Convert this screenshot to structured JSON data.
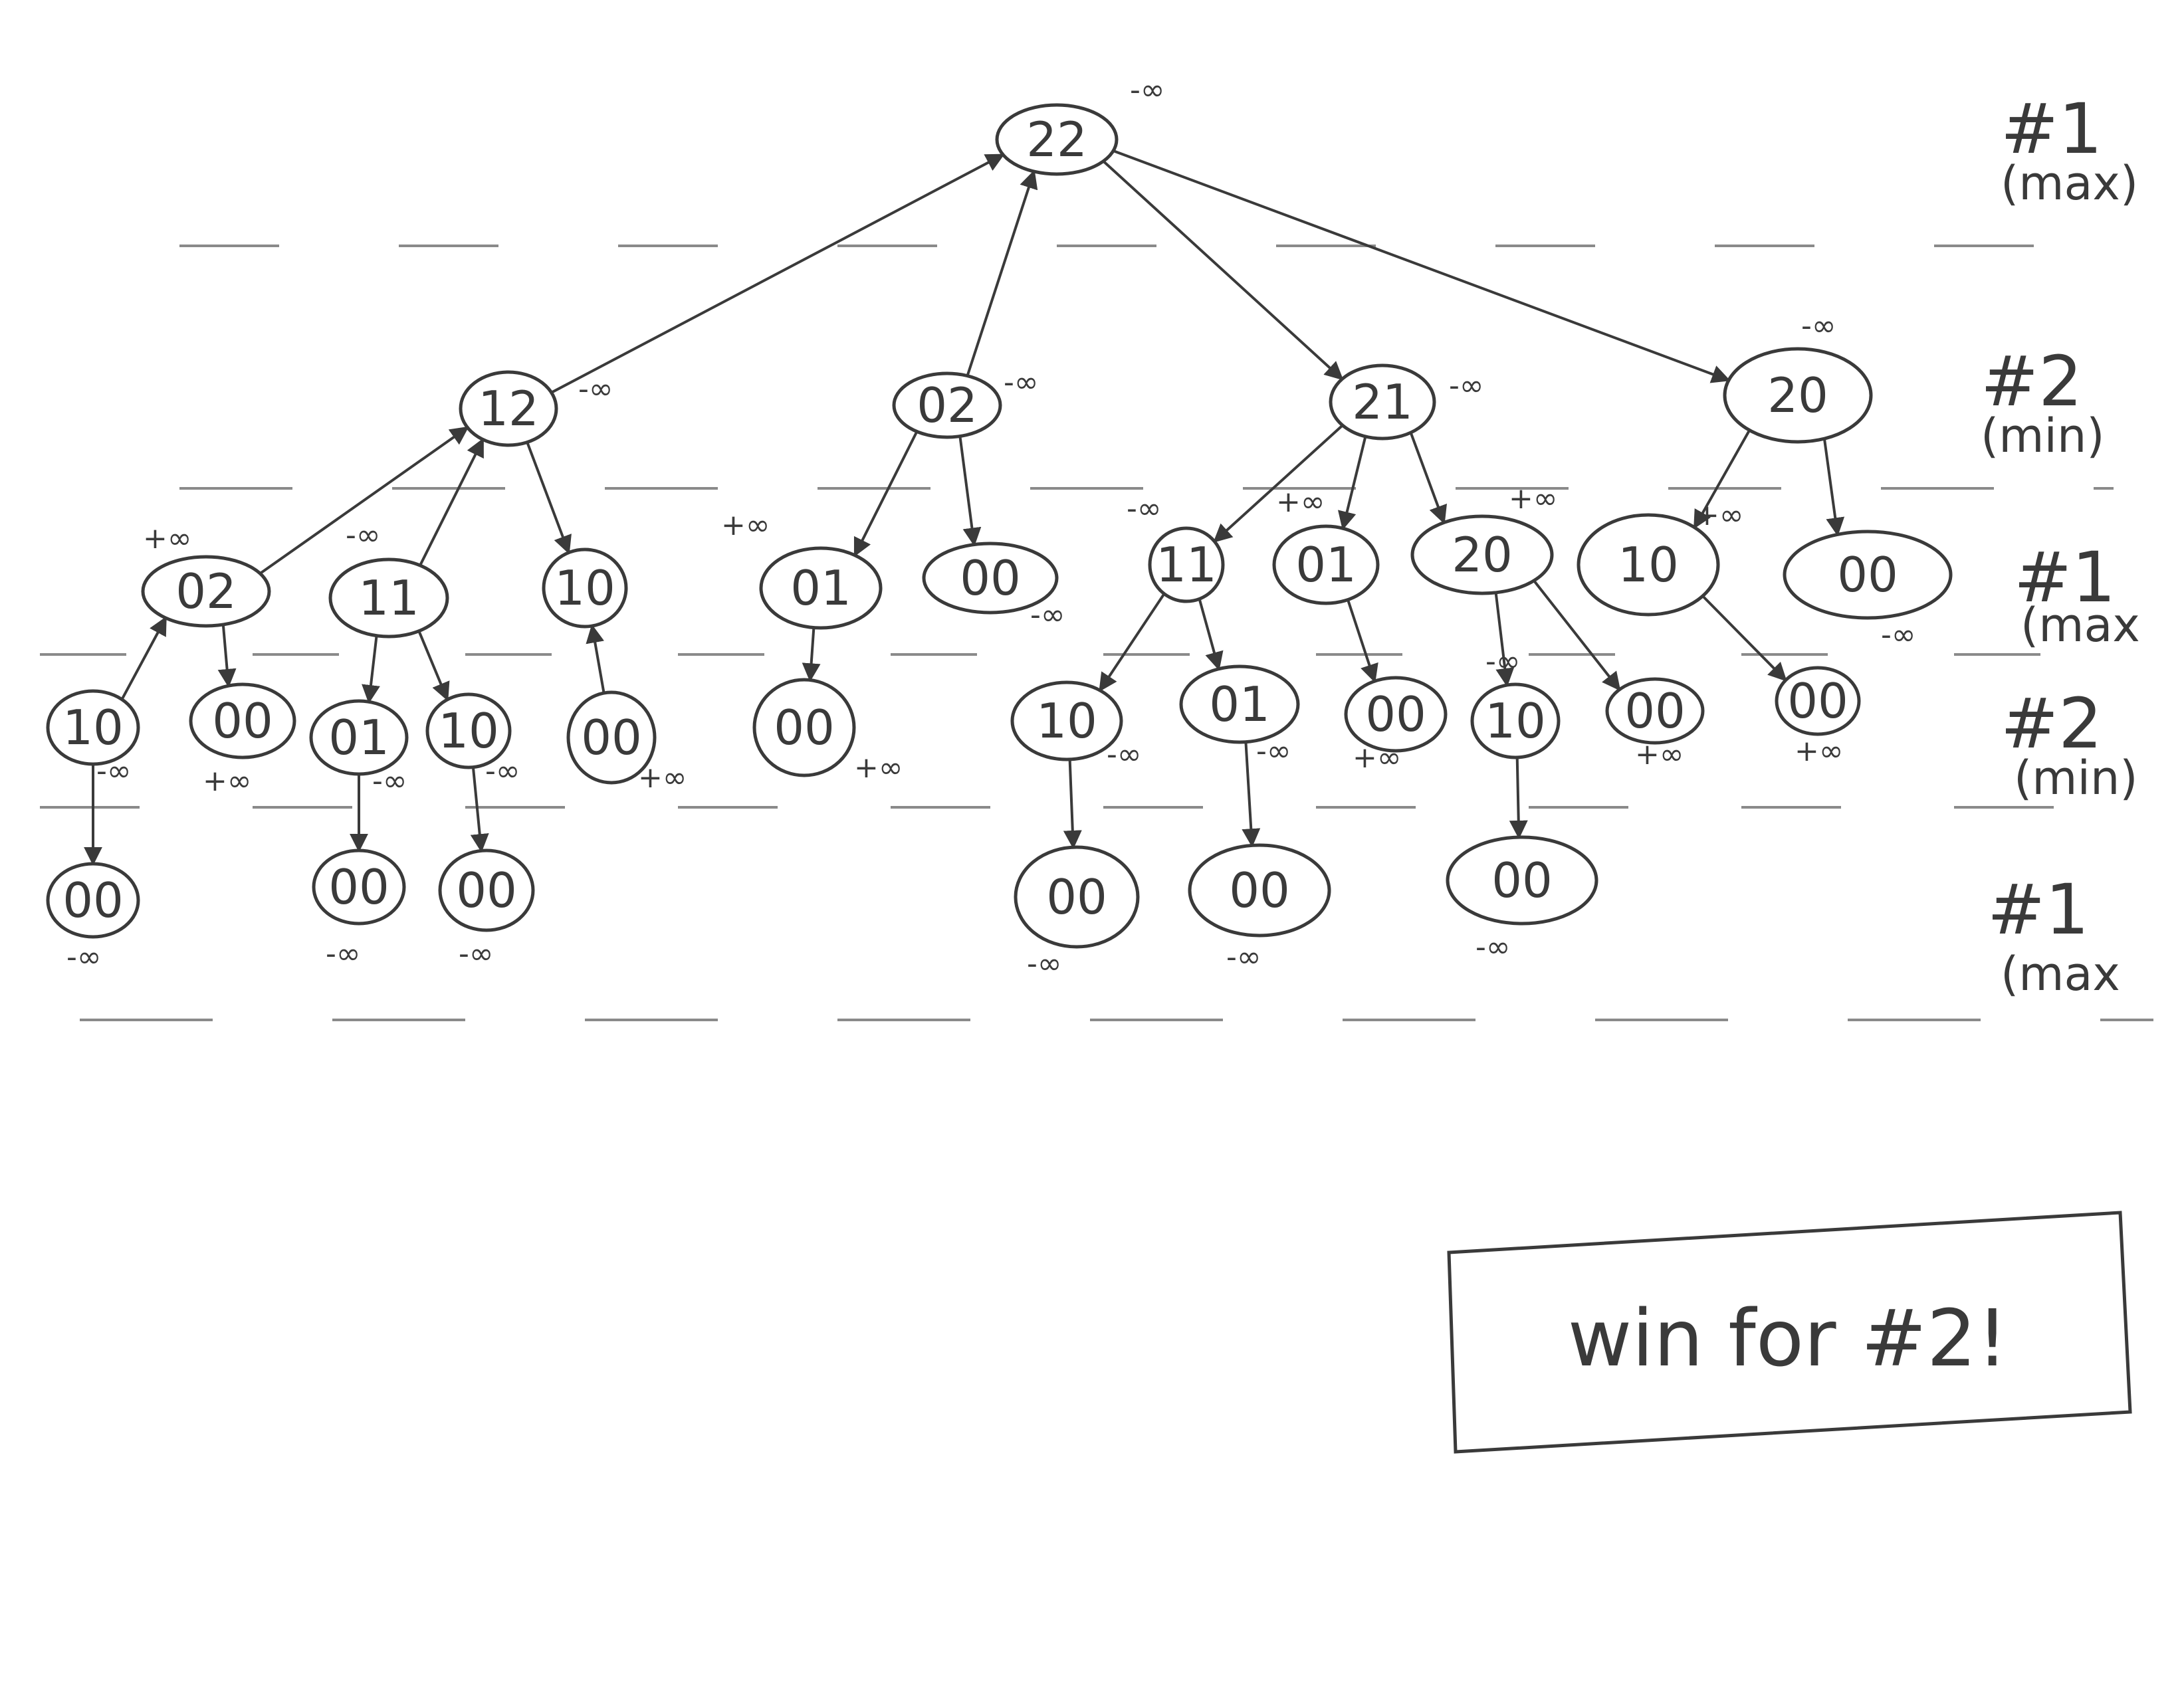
{
  "colors": {
    "ink": "#3a3a3a",
    "faint": "#8a8a8a",
    "paper": "#ffffff"
  },
  "tree": {
    "nodes": [
      {
        "id": "n22",
        "label": "22",
        "score": "-∞"
      },
      {
        "id": "n12",
        "label": "12",
        "score": "-∞"
      },
      {
        "id": "n02",
        "label": "02",
        "score": "-∞"
      },
      {
        "id": "n21",
        "label": "21",
        "score": "-∞"
      },
      {
        "id": "n20",
        "label": "20",
        "score": "-∞"
      },
      {
        "id": "n12a",
        "label": "02",
        "score": "+∞"
      },
      {
        "id": "n12b",
        "label": "11",
        "score": "-∞"
      },
      {
        "id": "n12c",
        "label": "10",
        "score": ""
      },
      {
        "id": "n02a",
        "label": "01",
        "score": "+∞"
      },
      {
        "id": "n02b",
        "label": "00",
        "score": "-∞"
      },
      {
        "id": "n21a",
        "label": "11",
        "score": "-∞"
      },
      {
        "id": "n21b",
        "label": "01",
        "score": "+∞"
      },
      {
        "id": "n21c",
        "label": "20",
        "score": "+∞"
      },
      {
        "id": "n20a",
        "label": "10",
        "score": "+∞"
      },
      {
        "id": "n20b",
        "label": "00",
        "score": "-∞"
      },
      {
        "id": "m1",
        "label": "10",
        "score": "-∞"
      },
      {
        "id": "m2",
        "label": "00",
        "score": "+∞"
      },
      {
        "id": "m3",
        "label": "01",
        "score": "-∞"
      },
      {
        "id": "m4",
        "label": "10",
        "score": "-∞"
      },
      {
        "id": "m5",
        "label": "00",
        "score": "+∞"
      },
      {
        "id": "m6",
        "label": "00",
        "score": "+∞"
      },
      {
        "id": "m7",
        "label": "10",
        "score": "-∞"
      },
      {
        "id": "m8",
        "label": "01",
        "score": "-∞"
      },
      {
        "id": "m9",
        "label": "00",
        "score": "+∞"
      },
      {
        "id": "m10",
        "label": "10",
        "score": "-∞"
      },
      {
        "id": "m11",
        "label": "00",
        "score": "+∞"
      },
      {
        "id": "m12",
        "label": "00",
        "score": "+∞"
      },
      {
        "id": "b1",
        "label": "00",
        "score": "-∞"
      },
      {
        "id": "b2",
        "label": "00",
        "score": "-∞"
      },
      {
        "id": "b3",
        "label": "00",
        "score": "-∞"
      },
      {
        "id": "b4",
        "label": "00",
        "score": "-∞"
      },
      {
        "id": "b5",
        "label": "00",
        "score": "-∞"
      },
      {
        "id": "b6",
        "label": "00",
        "score": "-∞"
      }
    ],
    "edges": [
      [
        "n12",
        "n22"
      ],
      [
        "n02",
        "n22"
      ],
      [
        "n22",
        "n21"
      ],
      [
        "n22",
        "n20"
      ],
      [
        "n12a",
        "n12"
      ],
      [
        "n12b",
        "n12"
      ],
      [
        "n12",
        "n12c"
      ],
      [
        "n02",
        "n02a"
      ],
      [
        "n02",
        "n02b"
      ],
      [
        "n21",
        "n21a"
      ],
      [
        "n21",
        "n21b"
      ],
      [
        "n21",
        "n21c"
      ],
      [
        "n20",
        "n20a"
      ],
      [
        "n20",
        "n20b"
      ],
      [
        "m1",
        "n12a"
      ],
      [
        "n12a",
        "m2"
      ],
      [
        "n12b",
        "m3"
      ],
      [
        "n12b",
        "m4"
      ],
      [
        "m5",
        "n12c"
      ],
      [
        "n02a",
        "m6"
      ],
      [
        "n21a",
        "m7"
      ],
      [
        "n21a",
        "m8"
      ],
      [
        "n21b",
        "m9"
      ],
      [
        "n21c",
        "m10"
      ],
      [
        "n21c",
        "m11"
      ],
      [
        "n20a",
        "m12"
      ],
      [
        "m1",
        "b1"
      ],
      [
        "m3",
        "b2"
      ],
      [
        "m4",
        "b3"
      ],
      [
        "m7",
        "b4"
      ],
      [
        "m8",
        "b5"
      ],
      [
        "m10",
        "b6"
      ]
    ]
  },
  "levels": [
    {
      "id": "L1",
      "title": "#1",
      "role": "(max)"
    },
    {
      "id": "L2",
      "title": "#2",
      "role": "(min)"
    },
    {
      "id": "L3",
      "title": "#1",
      "role": "(max"
    },
    {
      "id": "L4",
      "title": "#2",
      "role": "(min)"
    },
    {
      "id": "L5",
      "title": "#1",
      "role": "(max"
    }
  ],
  "result": {
    "text": "win for #2!"
  }
}
